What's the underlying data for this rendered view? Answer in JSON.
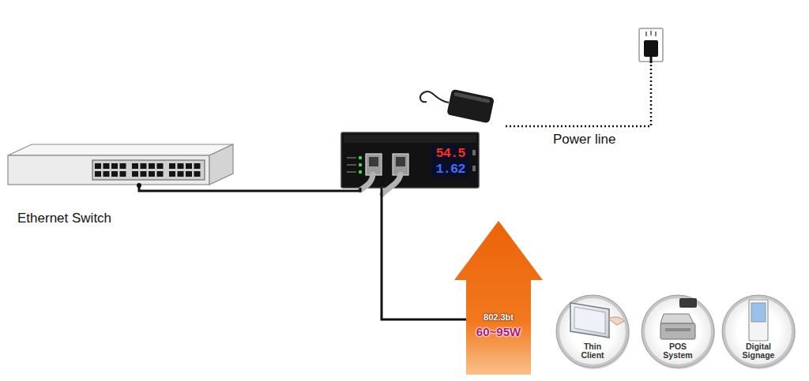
{
  "diagram": {
    "nodes": [
      {
        "text": [
          "Ethernet Switch"
        ]
      },
      {
        "text": [
          "54.5",
          "1.62"
        ]
      },
      {
        "text": [
          "802.3bt",
          "60~95W"
        ]
      },
      {
        "text": [
          "Thin Client"
        ]
      },
      {
        "text": [
          "POS System"
        ]
      },
      {
        "text": [
          "Digital Signage"
        ]
      }
    ],
    "edges": [
      {
        "from": 0,
        "to": 1,
        "arrow": "none"
      },
      {
        "from": 1,
        "to": 2,
        "arrow": "none"
      }
    ],
    "labels": [
      "Power line"
    ]
  }
}
